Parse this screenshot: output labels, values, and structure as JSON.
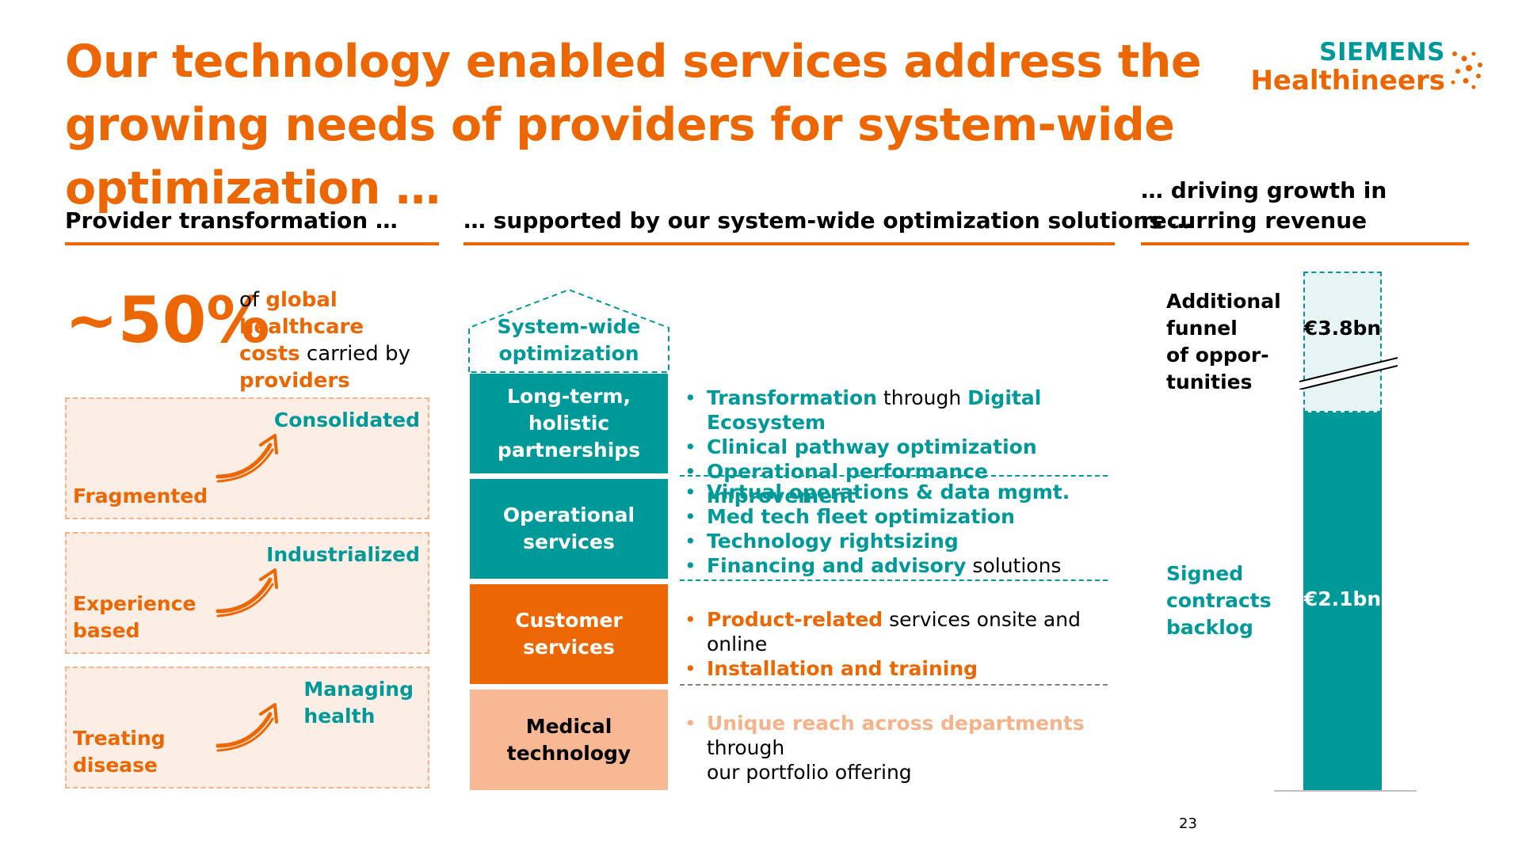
{
  "title": "Our technology enabled services address the growing needs of providers for system-wide optimization …",
  "logo": {
    "line1": "SIEMENS",
    "line2": "Healthineers"
  },
  "columns": {
    "left_header": "Provider transformation …",
    "middle_header": "… supported by our system-wide optimization solutions …",
    "right_header_line1": "… driving growth in",
    "right_header_line2": "recurring revenue"
  },
  "stat": {
    "value": "~50%",
    "t1": "of ",
    "t2": "global healthcare",
    "t3": "costs",
    "t4": " carried by",
    "t5": "providers"
  },
  "transformations": [
    {
      "from": "Fragmented",
      "to": "Consolidated"
    },
    {
      "from_1": "Experience",
      "from_2": "based",
      "to": "Industrialized"
    },
    {
      "from_1": "Treating",
      "from_2": "disease",
      "to_1": "Managing",
      "to_2": "health"
    }
  ],
  "house": {
    "line1": "System-wide",
    "line2": "optimization"
  },
  "tiers": [
    {
      "line1": "Long-term, holistic",
      "line2": "partnerships"
    },
    {
      "line1": "Operational",
      "line2": "services"
    },
    {
      "line1": "Customer",
      "line2": "services"
    },
    {
      "line1": "Medical",
      "line2": "technology"
    }
  ],
  "bullets": {
    "partnerships": [
      {
        "a": "Transformation",
        "b": " through ",
        "c": "Digital Ecosystem"
      },
      {
        "a": "Clinical pathway optimization"
      },
      {
        "a": "Operational performance improvement"
      }
    ],
    "operational": [
      {
        "a": "Virtual operations & data mgmt."
      },
      {
        "a": "Med tech fleet optimization"
      },
      {
        "a": "Technology rightsizing"
      },
      {
        "a": "Financing and advisory",
        "b": " solutions"
      }
    ],
    "customer": [
      {
        "a": "Product-related",
        "b": " services onsite and online"
      },
      {
        "a": "Installation and training"
      }
    ],
    "medtech": [
      {
        "a": "Unique reach across departments",
        "b": " through",
        "c": "our portfolio offering"
      }
    ]
  },
  "revenue": {
    "funnel_label": [
      "Additional",
      "funnel",
      "of oppor-",
      "tunities"
    ],
    "backlog_label": [
      "Signed",
      "contracts",
      "backlog"
    ],
    "upper_value": "€3.8bn",
    "lower_value": "€2.1bn"
  },
  "chart_data": {
    "type": "bar",
    "categories": [
      ""
    ],
    "series": [
      {
        "name": "Signed contracts backlog",
        "values": [
          2.1
        ]
      },
      {
        "name": "Additional funnel of opportunities",
        "values": [
          3.8
        ]
      }
    ],
    "stacked": true,
    "axis_break": true,
    "data_labels": [
      "€2.1bn",
      "€3.8bn"
    ],
    "colors": {
      "backlog": "#009999",
      "funnel": "#E6F4F4"
    }
  },
  "page_number": "23",
  "colors": {
    "orange": "#EC6602",
    "teal": "#009999",
    "peach": "#F5B38C",
    "light_peach_bg": "#FCEDE5"
  }
}
